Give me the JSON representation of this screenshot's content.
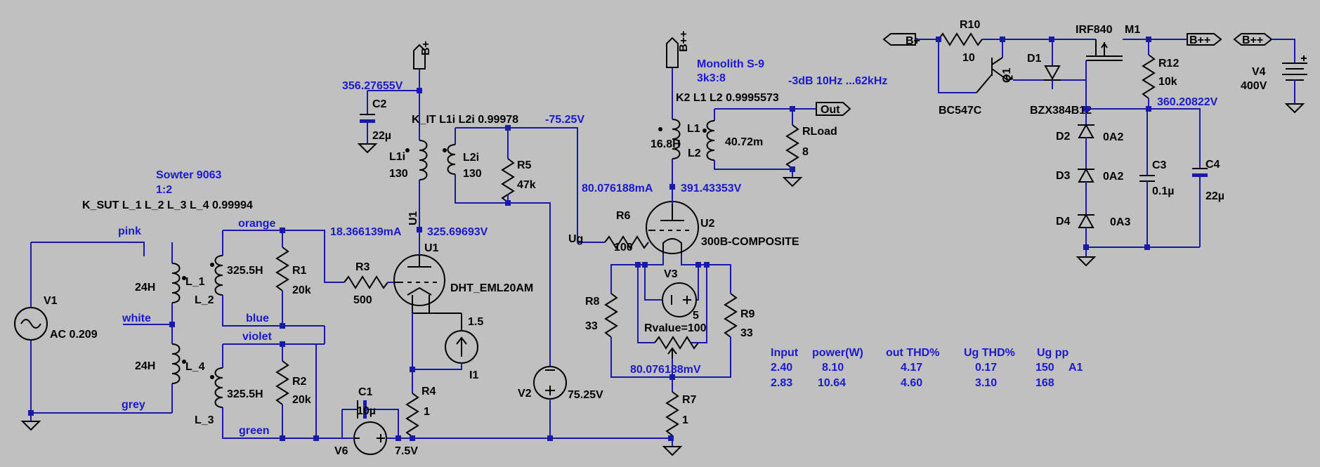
{
  "transformer_in": {
    "name": "Sowter 9063",
    "ratio": "1:2",
    "coupling": "K_SUT L_1 L_2 L_3 L_4 0.99994"
  },
  "wire_colors": {
    "pink": "pink",
    "white": "white",
    "grey": "grey",
    "orange": "orange",
    "blue": "blue",
    "violet": "violet",
    "green": "green"
  },
  "parts": {
    "V1": "V1",
    "V1_val": "AC 0.209",
    "L_1": "L_1",
    "L_1_val": "24H",
    "L_4": "L_4",
    "L_4_val": "24H",
    "L_2": "L_2",
    "L_2_val": "325.5H",
    "L_3": "L_3",
    "L_3_val": "325.5H",
    "R1": "R1",
    "R1_val": "20k",
    "R2": "R2",
    "R2_val": "20k",
    "R3": "R3",
    "R3_val": "500",
    "U1": "U1",
    "U1_model": "DHT_EML20AM",
    "U1_rot": "U1",
    "I1": "I1",
    "I1_val": "1.5",
    "R4": "R4",
    "R4_val": "1",
    "C1": "C1",
    "C1_val": "10µ",
    "V6": "V6",
    "V6_val": "7.5V",
    "C2": "C2",
    "C2_val": "22µ",
    "L1i": "L1i",
    "L1i_val": "130",
    "L2i": "L2i",
    "L2i_val": "130",
    "R5": "R5",
    "R5_val": "47k",
    "V2": "V2",
    "V2_val": "75.25V",
    "R6": "R6",
    "R6_val": "100",
    "U2": "U2",
    "U2_model": "300B-COMPOSITE",
    "V3": "V3",
    "V3_val": "5",
    "R8": "R8",
    "R8_val": "33",
    "R9": "R9",
    "R9_val": "33",
    "Rpot_val": "Rvalue=100",
    "R7": "R7",
    "R7_val": "1",
    "L1": "L1",
    "L1_val": "16.8H",
    "L2": "L2",
    "L2_val": "40.72m",
    "RLoad": "RLoad",
    "RLoad_val": "8",
    "R10": "R10",
    "R10_val": "10",
    "Q1": "Q1",
    "Q1_model": "BC547C",
    "D1": "D1",
    "D1_model": "BZX384B12",
    "M1": "M1",
    "M1_model": "IRF840",
    "R12": "R12",
    "R12_val": "10k",
    "D2": "D2",
    "D2_val": "0A2",
    "D3": "D3",
    "D3_val": "0A2",
    "D4": "D4",
    "D4_val": "0A3",
    "C3": "C3",
    "C3_val": "0.1µ",
    "C4": "C4",
    "C4_val": "22µ",
    "V4": "V4",
    "V4_val": "400V"
  },
  "interstage": {
    "coupling": "K_IT L1i L2i  0.99978",
    "bias": "-75.25V",
    "ug": "Ug"
  },
  "output_tx": {
    "name": "Monolith S-9",
    "ratio": "3k3:8",
    "coupling": "K2 L1 L2 0.9995573",
    "bandwidth": "-3dB 10Hz ...62kHz"
  },
  "probes": {
    "v_bplus_u1": "356.27655V",
    "i_u1": "18.366139mA",
    "v_u1_anode": "325.69693V",
    "i_u2": "80.076188mA",
    "v_u2_anode": "391.43353V",
    "v_r7": "80.076188mV",
    "v_reg": "360.20822V"
  },
  "nets": {
    "bplus": "B+",
    "bplusplus": "B++",
    "out": "Out"
  },
  "table": {
    "headers": [
      "Input",
      "power(W)",
      "out THD%",
      "Ug THD%",
      "Ug pp"
    ],
    "rows": [
      [
        "2.40",
        "8.10",
        "4.17",
        "0.17",
        "150",
        "A1"
      ],
      [
        "2.83",
        "10.64",
        "4.60",
        "3.10",
        "168",
        ""
      ]
    ]
  }
}
